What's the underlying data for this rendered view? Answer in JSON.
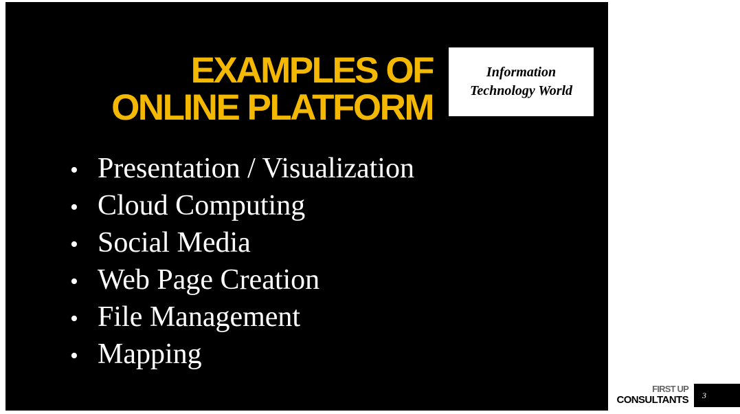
{
  "slide": {
    "title_lines": [
      "EXAMPLES OF",
      "ONLINE PLATFORM"
    ],
    "brand_lines": [
      "Information",
      "Technology World"
    ],
    "bullet_symbol": "•",
    "bullets": [
      "Presentation / Visualization",
      "Cloud Computing",
      "Social Media",
      "Web Page Creation",
      "File Management",
      "Mapping"
    ]
  },
  "footer": {
    "logo_top": "FIRST UP",
    "logo_bottom": "CONSULTANTS",
    "page_number": "3"
  },
  "colors": {
    "slide_background": "#000000",
    "title": "#f5b800",
    "bullet_text": "#ffffff",
    "brand_box": "#ffffff"
  }
}
